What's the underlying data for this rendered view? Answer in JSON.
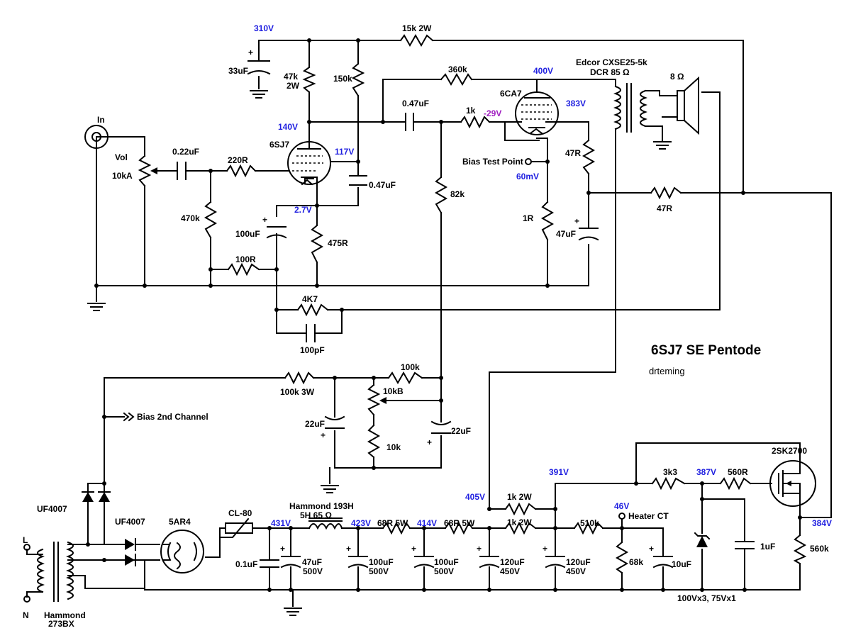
{
  "title": "6SJ7 SE Pentode",
  "author": "drteming",
  "input": {
    "label": "In",
    "vol_label": "Vol",
    "vol_value": "10kA"
  },
  "voltages": {
    "v310": "310V",
    "v140": "140V",
    "v117": "117V",
    "v2_7": "2.7V",
    "v400": "400V",
    "v383": "383V",
    "v_neg29": "-29V",
    "v60mv": "60mV",
    "v405": "405V",
    "v431": "431V",
    "v423": "423V",
    "v414": "414V",
    "v391": "391V",
    "v387": "387V",
    "v46": "46V",
    "v384": "384V"
  },
  "tubes": {
    "t1": "6SJ7",
    "t2": "6CA7",
    "rect": "5AR4"
  },
  "components": {
    "c33uf": "33uF",
    "r47k": "47k",
    "r47k_w": "2W",
    "r150k": "150k",
    "r15k": "15k 2W",
    "r360k": "360k",
    "c047a": "0.47uF",
    "r1k": "1k",
    "c022": "0.22uF",
    "r220": "220R",
    "c047b": "0.47uF",
    "r470k": "470k",
    "c100uf": "100uF",
    "r475": "475R",
    "r100": "100R",
    "r82k": "82k",
    "r4k7": "4K7",
    "c100pf": "100pF",
    "bias_test": "Bias Test Point",
    "r47r_a": "47R",
    "r1r": "1R",
    "c47uf": "47uF",
    "r47r_b": "47R",
    "opt_name": "Edcor CXSE25-5k",
    "opt_dcr": "DCR 85 Ω",
    "speaker": "8 Ω",
    "r100k3w": "100k 3W",
    "r100k": "100k",
    "pot10kb": "10kB",
    "c22uf_a": "22uF",
    "c22uf_b": "22uF",
    "r10k": "10k",
    "bias2": "Bias 2nd Channel",
    "d1": "UF4007",
    "d2": "UF4007",
    "cl80": "CL-80",
    "choke_name": "Hammond 193H",
    "choke_spec": "5H 65 Ω",
    "r68a": "68R 5W",
    "r68b": "68R 5W",
    "r1k2wa": "1k 2W",
    "r1k2wb": "1k 2W",
    "r510k": "510k",
    "heater_ct": "Heater CT",
    "r3k3": "3k3",
    "r560": "560R",
    "mosfet": "2SK2700",
    "c01": "0.1uF",
    "c47_500": "47uF",
    "c47_500v": "500V",
    "c100_500a": "100uF",
    "c100_500a_v": "500V",
    "c100_500b": "100uF",
    "c100_500b_v": "500V",
    "c120a": "120uF",
    "c120a_v": "450V",
    "c120b": "120uF",
    "c120b_v": "450V",
    "r68k": "68k",
    "c10uf": "10uF",
    "c1uf": "1uF",
    "r560k": "560k",
    "zener": "100Vx3, 75Vx1",
    "line_l": "L",
    "line_n": "N",
    "ptx_name": "Hammond",
    "ptx_model": "273BX"
  }
}
